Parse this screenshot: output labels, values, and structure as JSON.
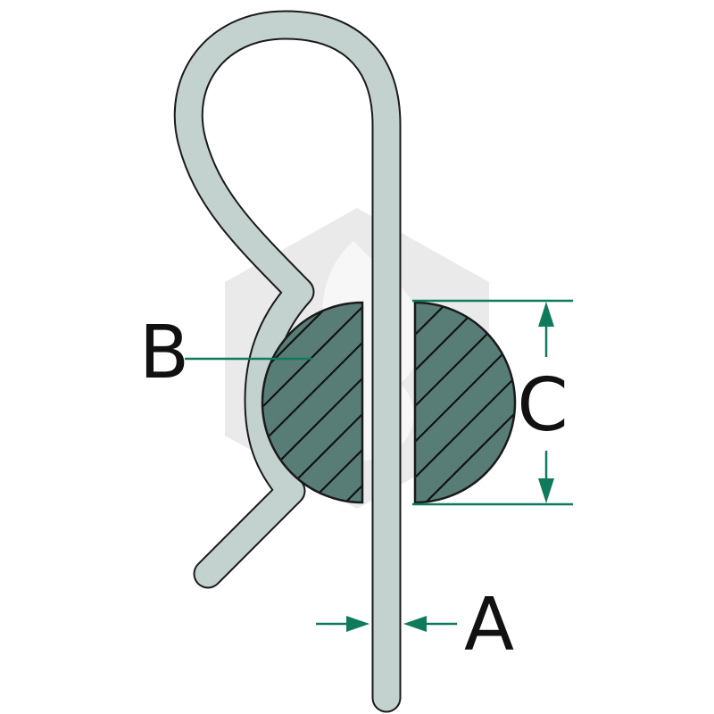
{
  "labels": {
    "a": "A",
    "b": "B",
    "c": "C"
  },
  "colors": {
    "wire": "#c3d2cf",
    "outline": "#1a1a1a",
    "section_fill": "#587d77",
    "hatch": "#111111",
    "dimension": "#0f7a5c",
    "watermark": "#cfcfcf"
  },
  "icons": {
    "watermark": "hexagon-watermark-icon"
  }
}
